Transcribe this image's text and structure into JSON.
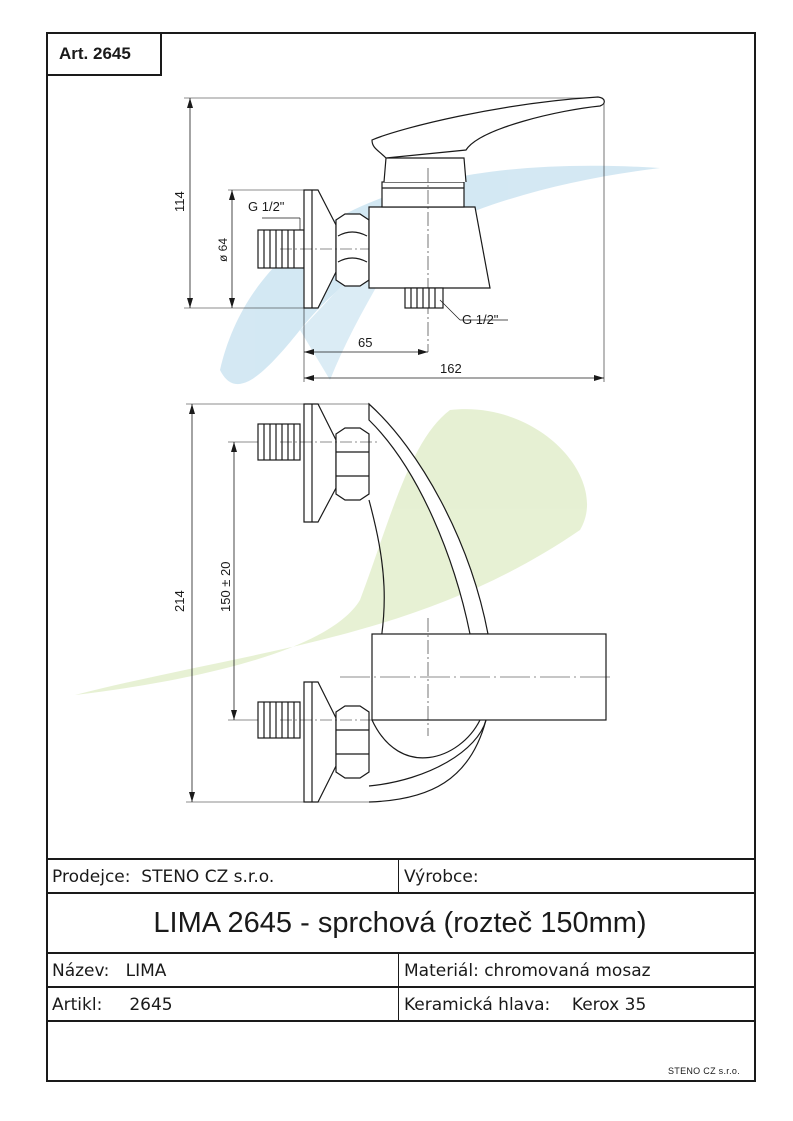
{
  "header": {
    "art_label": "Art. 2645"
  },
  "drawing": {
    "dims": {
      "height_top": "114",
      "diameter": "ø 64",
      "thread_in": "G 1/2\"",
      "thread_out": "G 1/2\"",
      "offset_65": "65",
      "length_162": "162",
      "height_bottom": "214",
      "spacing": "150 ± 20"
    },
    "watermark_colors": {
      "blue": "#cfe6f2",
      "green": "#e4efcf"
    }
  },
  "info": {
    "seller_label": "Prodejce:",
    "seller_value": "STENO CZ s.r.o.",
    "maker_label": "Výrobce:",
    "maker_value": "",
    "title": "LIMA 2645 - sprchová (rozteč 150mm)",
    "name_label": "Název:",
    "name_value": "LIMA",
    "material_label": "Materiál:",
    "material_value": "chromovaná mosaz",
    "article_label": "Artikl:",
    "article_value": "2645",
    "cartridge_label": "Keramická hlava:",
    "cartridge_value": "Kerox 35",
    "footer_mark": "STENO CZ s.r.o."
  }
}
